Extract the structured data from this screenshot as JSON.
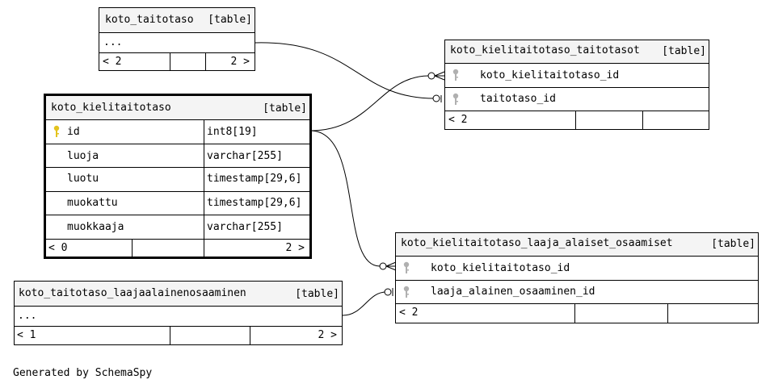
{
  "tables": {
    "koto_taitotaso": {
      "name": "koto_taitotaso",
      "type_label": "[table]",
      "ellipsis": "...",
      "nav_left": "< 2",
      "nav_right": "2 >"
    },
    "koto_kielitaitotaso_taitotasot": {
      "name": "koto_kielitaitotaso_taitotasot",
      "type_label": "[table]",
      "columns": [
        {
          "name": "koto_kielitaitotaso_id",
          "key": "foreign"
        },
        {
          "name": "taitotaso_id",
          "key": "foreign"
        }
      ],
      "nav_left": "< 2"
    },
    "koto_kielitaitotaso": {
      "name": "koto_kielitaitotaso",
      "type_label": "[table]",
      "columns": [
        {
          "name": "id",
          "type": "int8[19]",
          "key": "primary"
        },
        {
          "name": "luoja",
          "type": "varchar[255]"
        },
        {
          "name": "luotu",
          "type": "timestamp[29,6]"
        },
        {
          "name": "muokattu",
          "type": "timestamp[29,6]"
        },
        {
          "name": "muokkaaja",
          "type": "varchar[255]"
        }
      ],
      "nav_left": "< 0",
      "nav_right": "2 >"
    },
    "koto_kielitaitotaso_laaja_alaiset_osaamiset": {
      "name": "koto_kielitaitotaso_laaja_alaiset_osaamiset",
      "type_label": "[table]",
      "columns": [
        {
          "name": "koto_kielitaitotaso_id",
          "key": "foreign"
        },
        {
          "name": "laaja_alainen_osaaminen_id",
          "key": "foreign"
        }
      ],
      "nav_left": "< 2"
    },
    "koto_taitotaso_laajaalainenosaaminen": {
      "name": "koto_taitotaso_laajaalainenosaaminen",
      "type_label": "[table]",
      "ellipsis": "...",
      "nav_left": "< 1",
      "nav_right": "2 >"
    }
  },
  "colors": {
    "primary_key": "#e3c31e",
    "foreign_key": "#b0b0b0",
    "header_bg": "#f4f4f4"
  },
  "footer": "Generated by SchemaSpy"
}
